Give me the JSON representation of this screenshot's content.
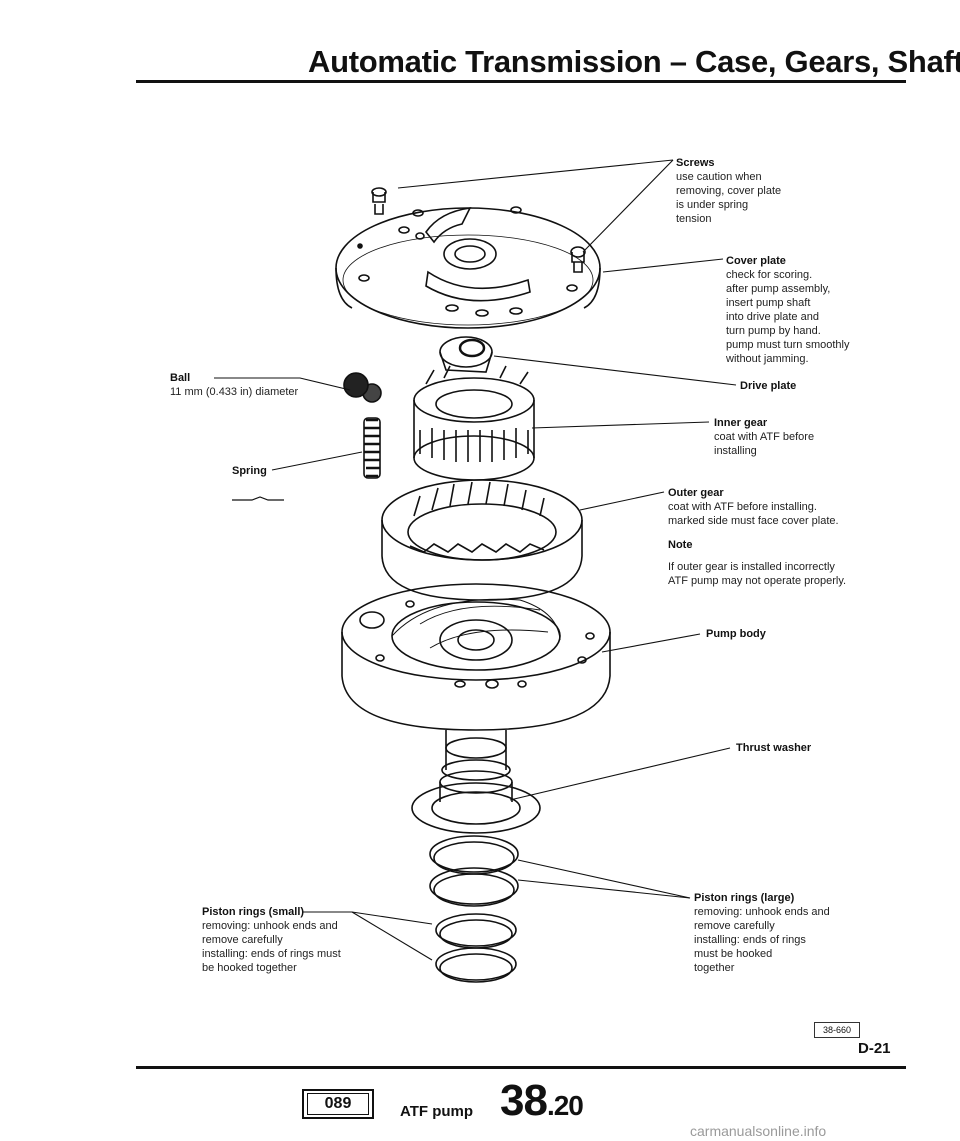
{
  "page": {
    "title": "Automatic Transmission – Case, Gears, Shaft",
    "figure_ref": "38-660",
    "page_number": "D-21",
    "group_code": "089",
    "section_label": "ATF pump",
    "section_major": "38",
    "section_minor": ".20",
    "watermark": "carmanualsonline.info"
  },
  "callouts": {
    "screws": {
      "title": "Screws",
      "text": "use caution when\nremoving, cover plate\nis under spring\ntension"
    },
    "cover_plate": {
      "title": "Cover plate",
      "text": "check for scoring.\nafter pump assembly,\ninsert pump shaft\ninto drive plate and\nturn pump by hand.\npump must turn smoothly\nwithout jamming."
    },
    "drive_plate": {
      "title": "Drive plate"
    },
    "ball": {
      "title": "Ball",
      "text": "11 mm (0.433 in) diameter"
    },
    "inner_gear": {
      "title": "Inner gear",
      "text": "coat with ATF before\ninstalling"
    },
    "spring": {
      "title": "Spring"
    },
    "outer_gear": {
      "title": "Outer gear",
      "text": "coat with ATF before installing.\nmarked side must face cover plate."
    },
    "note": {
      "title": "Note",
      "text": "If outer gear is installed incorrectly\nATF pump may not operate properly."
    },
    "pump_body": {
      "title": "Pump body"
    },
    "thrust_washer": {
      "title": "Thrust washer"
    },
    "piston_rings_large": {
      "title": "Piston rings (large)",
      "text": "removing: unhook ends and\nremove carefully\ninstalling: ends of rings\nmust be hooked\ntogether"
    },
    "piston_rings_small": {
      "title": "Piston rings (small)",
      "text": "removing: unhook ends and\nremove carefully\ninstalling: ends of rings must\nbe hooked together"
    }
  }
}
